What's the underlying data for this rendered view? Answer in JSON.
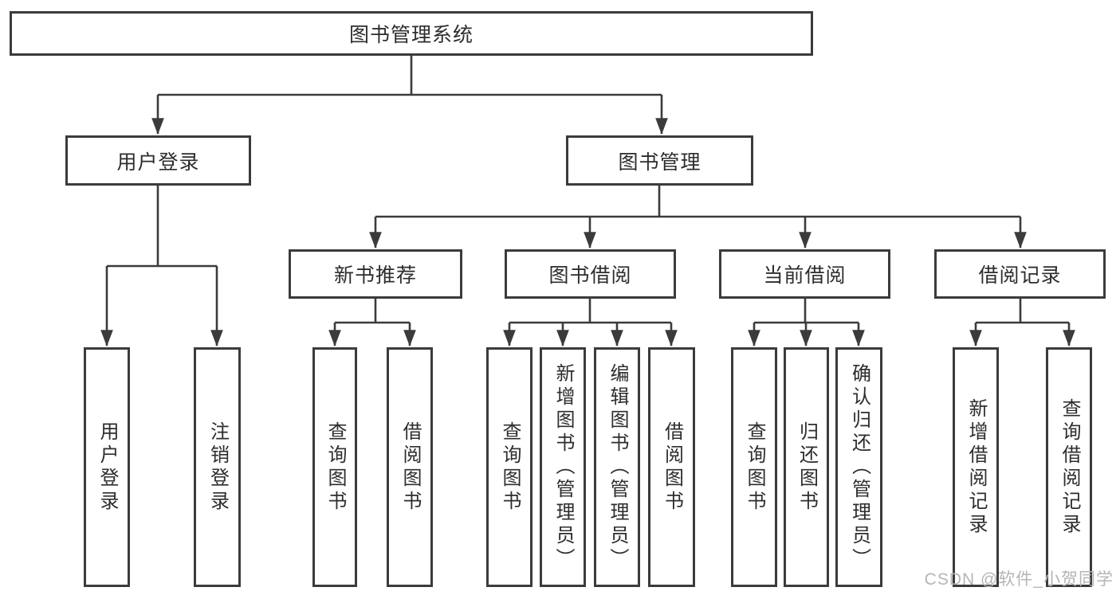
{
  "diagram": {
    "root": "图书管理系统",
    "level2": {
      "user_login": "用户登录",
      "book_management": "图书管理"
    },
    "level3": {
      "new_book_recommendation": "新书推荐",
      "book_borrowing": "图书借阅",
      "current_borrowing": "当前借阅",
      "borrowing_records": "借阅记录"
    },
    "leaves": {
      "user_login": [
        "用户登录",
        "注销登录"
      ],
      "new_book_recommendation": [
        "查询图书",
        "借阅图书"
      ],
      "book_borrowing": [
        "查询图书",
        "新增图书（管理员）",
        "编辑图书（管理员）",
        "借阅图书"
      ],
      "current_borrowing": [
        "查询图书",
        "归还图书",
        "确认归还（管理员）"
      ],
      "borrowing_records": [
        "新增借阅记录",
        "查询借阅记录"
      ]
    }
  },
  "watermark": "CSDN @软件_小贺同学",
  "colors": {
    "line": "#3b3b3b",
    "text": "#2d2d2d",
    "watermark": "#b5b5b5",
    "background": "#ffffff"
  }
}
